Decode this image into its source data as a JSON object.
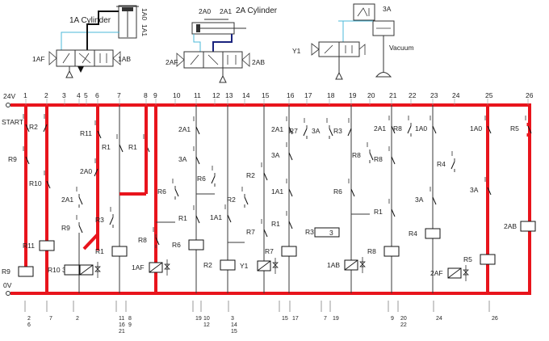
{
  "pneumatics": {
    "cyl_1a": {
      "title": "1A  Cylinder",
      "lim0": "1A0",
      "lim1": "1A1",
      "sol_left": "1AF",
      "sol_right": "1AB"
    },
    "cyl_2a": {
      "title": "2A  Cylinder",
      "lim0": "2A0",
      "lim1": "2A1",
      "sol_left": "2AF",
      "sol_right": "2AB"
    },
    "vacuum": {
      "sensor": "3A",
      "sol": "Y1",
      "label": "Vacuum"
    }
  },
  "rails": {
    "top": "24V",
    "bottom": "0V"
  },
  "start_label": "START",
  "line_numbers": [
    "1",
    "2",
    "3",
    "4",
    "5",
    "6",
    "7",
    "8",
    "9",
    "10",
    "11",
    "12",
    "13",
    "14",
    "15",
    "16",
    "17",
    "18",
    "19",
    "20",
    "21",
    "22",
    "23",
    "24",
    "25",
    "26"
  ],
  "contacts": [
    "R2",
    "R9",
    "R10",
    "R11",
    "2A1",
    "R9",
    "R11",
    "2A0",
    "R1",
    "R3",
    "R1",
    "R1",
    "R6",
    "R8",
    "2A1",
    "3A",
    "R6",
    "R1",
    "1A1",
    "R2",
    "R2",
    "R7",
    "2A1",
    "R7",
    "3A",
    "1A1",
    "R1",
    "R3",
    "3A",
    "R8",
    "R6",
    "2A1",
    "R8",
    "R1",
    "1A0",
    "R4",
    "3A",
    "1A0",
    "R5"
  ],
  "outputs": [
    "R9",
    "R11",
    "R10",
    "3",
    "R1",
    "1AF",
    "R6",
    "R2",
    "Y1",
    "R7",
    "R3",
    "3",
    "1AB",
    "R8",
    "R4",
    "2AF",
    "R5",
    "2AB"
  ],
  "crossrefs": [
    {
      "c": "2\n6"
    },
    {
      "c": "7"
    },
    {
      "c": "2"
    },
    {
      "c": "11\n16\n21"
    },
    {
      "c": "8\n9"
    },
    {
      "c": "19"
    },
    {
      "c": "10\n12"
    },
    {
      "c": "3\n14\n15"
    },
    {
      "c": "15"
    },
    {
      "c": "17"
    },
    {
      "c": "7"
    },
    {
      "c": "19"
    },
    {
      "c": "9"
    },
    {
      "c": "20\n22"
    },
    {
      "c": "24"
    },
    {
      "c": "26"
    }
  ],
  "colors": {
    "power": "#e8141c",
    "wire": "#3a3a3a",
    "air": "#4bb8d8",
    "return": "#1a237e"
  }
}
